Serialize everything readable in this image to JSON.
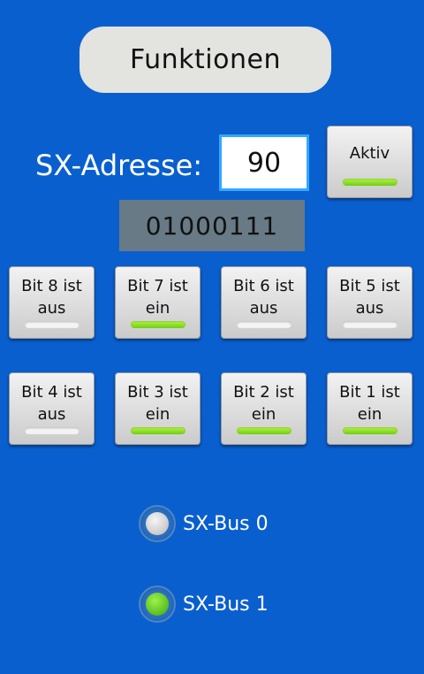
{
  "header": {
    "title": "Funktionen"
  },
  "address": {
    "label": "SX-Adresse:",
    "value": "90"
  },
  "aktiv_button": {
    "label": "Aktiv",
    "on": true
  },
  "binary": "01000111",
  "bits": [
    {
      "line1": "Bit 8 ist",
      "line2": "aus",
      "on": false
    },
    {
      "line1": "Bit 7 ist",
      "line2": "ein",
      "on": true
    },
    {
      "line1": "Bit 6 ist",
      "line2": "aus",
      "on": false
    },
    {
      "line1": "Bit 5 ist",
      "line2": "aus",
      "on": false
    },
    {
      "line1": "Bit 4 ist",
      "line2": "aus",
      "on": false
    },
    {
      "line1": "Bit 3 ist",
      "line2": "ein",
      "on": true
    },
    {
      "line1": "Bit 2 ist",
      "line2": "ein",
      "on": true
    },
    {
      "line1": "Bit 1 ist",
      "line2": "ein",
      "on": true
    }
  ],
  "bus": [
    {
      "label": "SX-Bus 0",
      "selected": false
    },
    {
      "label": "SX-Bus 1",
      "selected": true
    }
  ],
  "colors": {
    "background": "#0a5fcf",
    "indicator_on": "#7ed321",
    "indicator_off": "#f4f4f4",
    "input_border": "#35a6ff"
  }
}
